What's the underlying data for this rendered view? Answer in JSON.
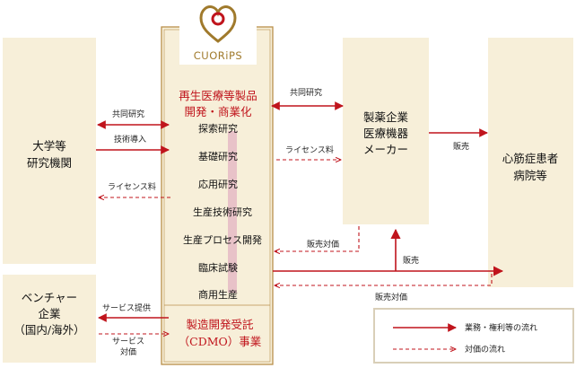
{
  "colors": {
    "box_fill": "#f7efd9",
    "center_fill": "#f7efd9",
    "center_border": "#b98f4a",
    "stage_bar": "#e8c2c8",
    "solid_arrow": "#c0141c",
    "dashed_arrow": "#c0141c",
    "logo_gold": "#a07a2c",
    "logo_red": "#c0141c",
    "legend_fill": "#ffffff",
    "legend_border": "#d9cfb8"
  },
  "logo": {
    "text": "CUORiPS",
    "icon": "heart-ring-logo-icon"
  },
  "nodes": {
    "university": {
      "lines": [
        "大学等",
        "研究機関"
      ]
    },
    "pharma": {
      "lines": [
        "製薬企業",
        "医療機器",
        "メーカー"
      ]
    },
    "patients": {
      "lines": [
        "心筋症患者",
        "病院等"
      ]
    },
    "venture": {
      "lines": [
        "ベンチャー",
        "企業",
        "（国内/海外）"
      ]
    }
  },
  "center": {
    "title_lines": [
      "再生医療等製品",
      "開発・商業化"
    ],
    "stages": [
      "探索研究",
      "基礎研究",
      "応用研究",
      "生産技術研究",
      "生産プロセス開発",
      "臨床試験",
      "商用生産"
    ],
    "cdmo_lines": [
      "製造開発受託",
      "（CDMO）事業"
    ]
  },
  "edges": {
    "joint_research_uni": "共同研究",
    "tech_transfer": "技術導入",
    "license_fee_uni": "ライセンス料",
    "joint_research_pharma": "共同研究",
    "license_fee_pharma": "ライセンス料",
    "sales_pharma_patients": "販売",
    "sales_consideration_pharma": "販売対価",
    "sales_center": "販売",
    "sales_consideration_patients": "販売対価",
    "service_provision": "サービス提供",
    "service_consideration_lines": [
      "サービス",
      "対価"
    ]
  },
  "legend": {
    "solid": "業務・権利等の流れ",
    "dashed": "対価の流れ"
  }
}
